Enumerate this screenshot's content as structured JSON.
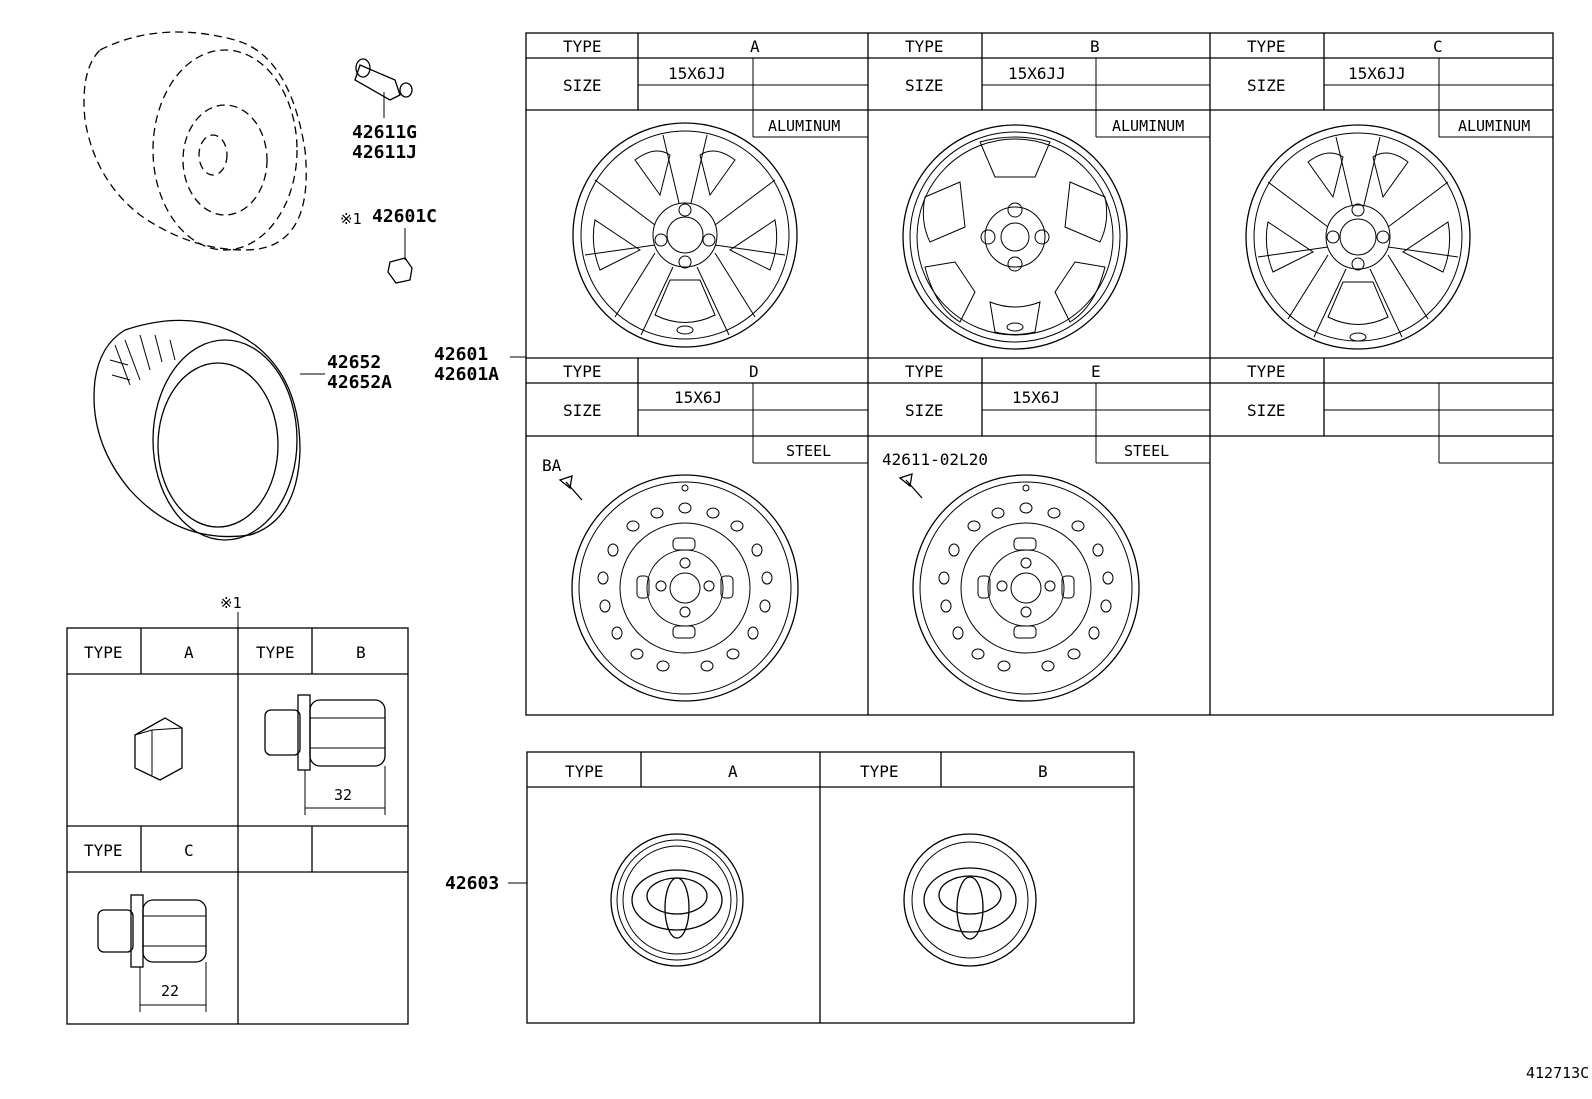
{
  "parts": {
    "valve": [
      "42611G",
      "42611J"
    ],
    "nut": "42601C",
    "nut_mark": "※1",
    "tire": [
      "42652",
      "42652A"
    ],
    "wheel": [
      "42601",
      "42601A"
    ],
    "cap": "42603"
  },
  "wheel_table": {
    "type_label": "TYPE",
    "size_label": "SIZE",
    "cells": [
      {
        "type": "A",
        "size": "15X6JJ",
        "material": "ALUMINUM"
      },
      {
        "type": "B",
        "size": "15X6JJ",
        "material": "ALUMINUM"
      },
      {
        "type": "C",
        "size": "15X6JJ",
        "material": "ALUMINUM"
      },
      {
        "type": "D",
        "size": "15X6J",
        "material": "STEEL",
        "note": "BA"
      },
      {
        "type": "E",
        "size": "15X6J",
        "material": "STEEL",
        "note": "42611-02L20"
      },
      {
        "type": "",
        "size": "",
        "material": ""
      }
    ]
  },
  "nut_table": {
    "mark": "※1",
    "type_label": "TYPE",
    "cells": [
      {
        "type": "A",
        "dim": ""
      },
      {
        "type": "B",
        "dim": "32"
      },
      {
        "type": "C",
        "dim": "22"
      }
    ]
  },
  "cap_table": {
    "type_label": "TYPE",
    "cells": [
      {
        "type": "A"
      },
      {
        "type": "B"
      }
    ]
  },
  "drawing_id": "412713C"
}
